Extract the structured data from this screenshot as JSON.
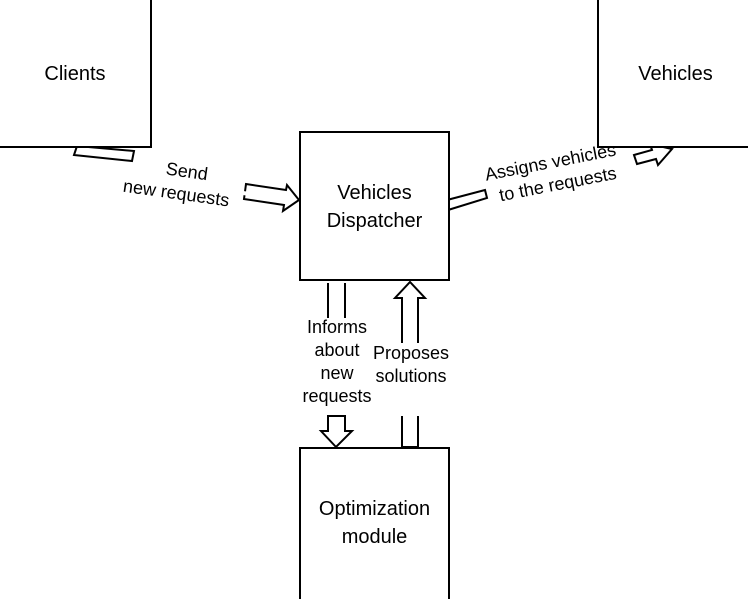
{
  "nodes": {
    "clients": {
      "lines": [
        "Clients"
      ]
    },
    "vehicles": {
      "lines": [
        "Vehicles"
      ]
    },
    "dispatcher": {
      "lines": [
        "Vehicles",
        "Dispatcher"
      ]
    },
    "optimization": {
      "lines": [
        "Optimization",
        "module"
      ]
    }
  },
  "edges": {
    "send": {
      "lines": [
        "Send",
        "new requests"
      ]
    },
    "assigns": {
      "lines": [
        "Assigns vehicles",
        "to the requests"
      ]
    },
    "informs": {
      "lines": [
        "Informs",
        "about",
        "new",
        "requests"
      ]
    },
    "proposes": {
      "lines": [
        "Proposes",
        "solutions"
      ]
    }
  }
}
